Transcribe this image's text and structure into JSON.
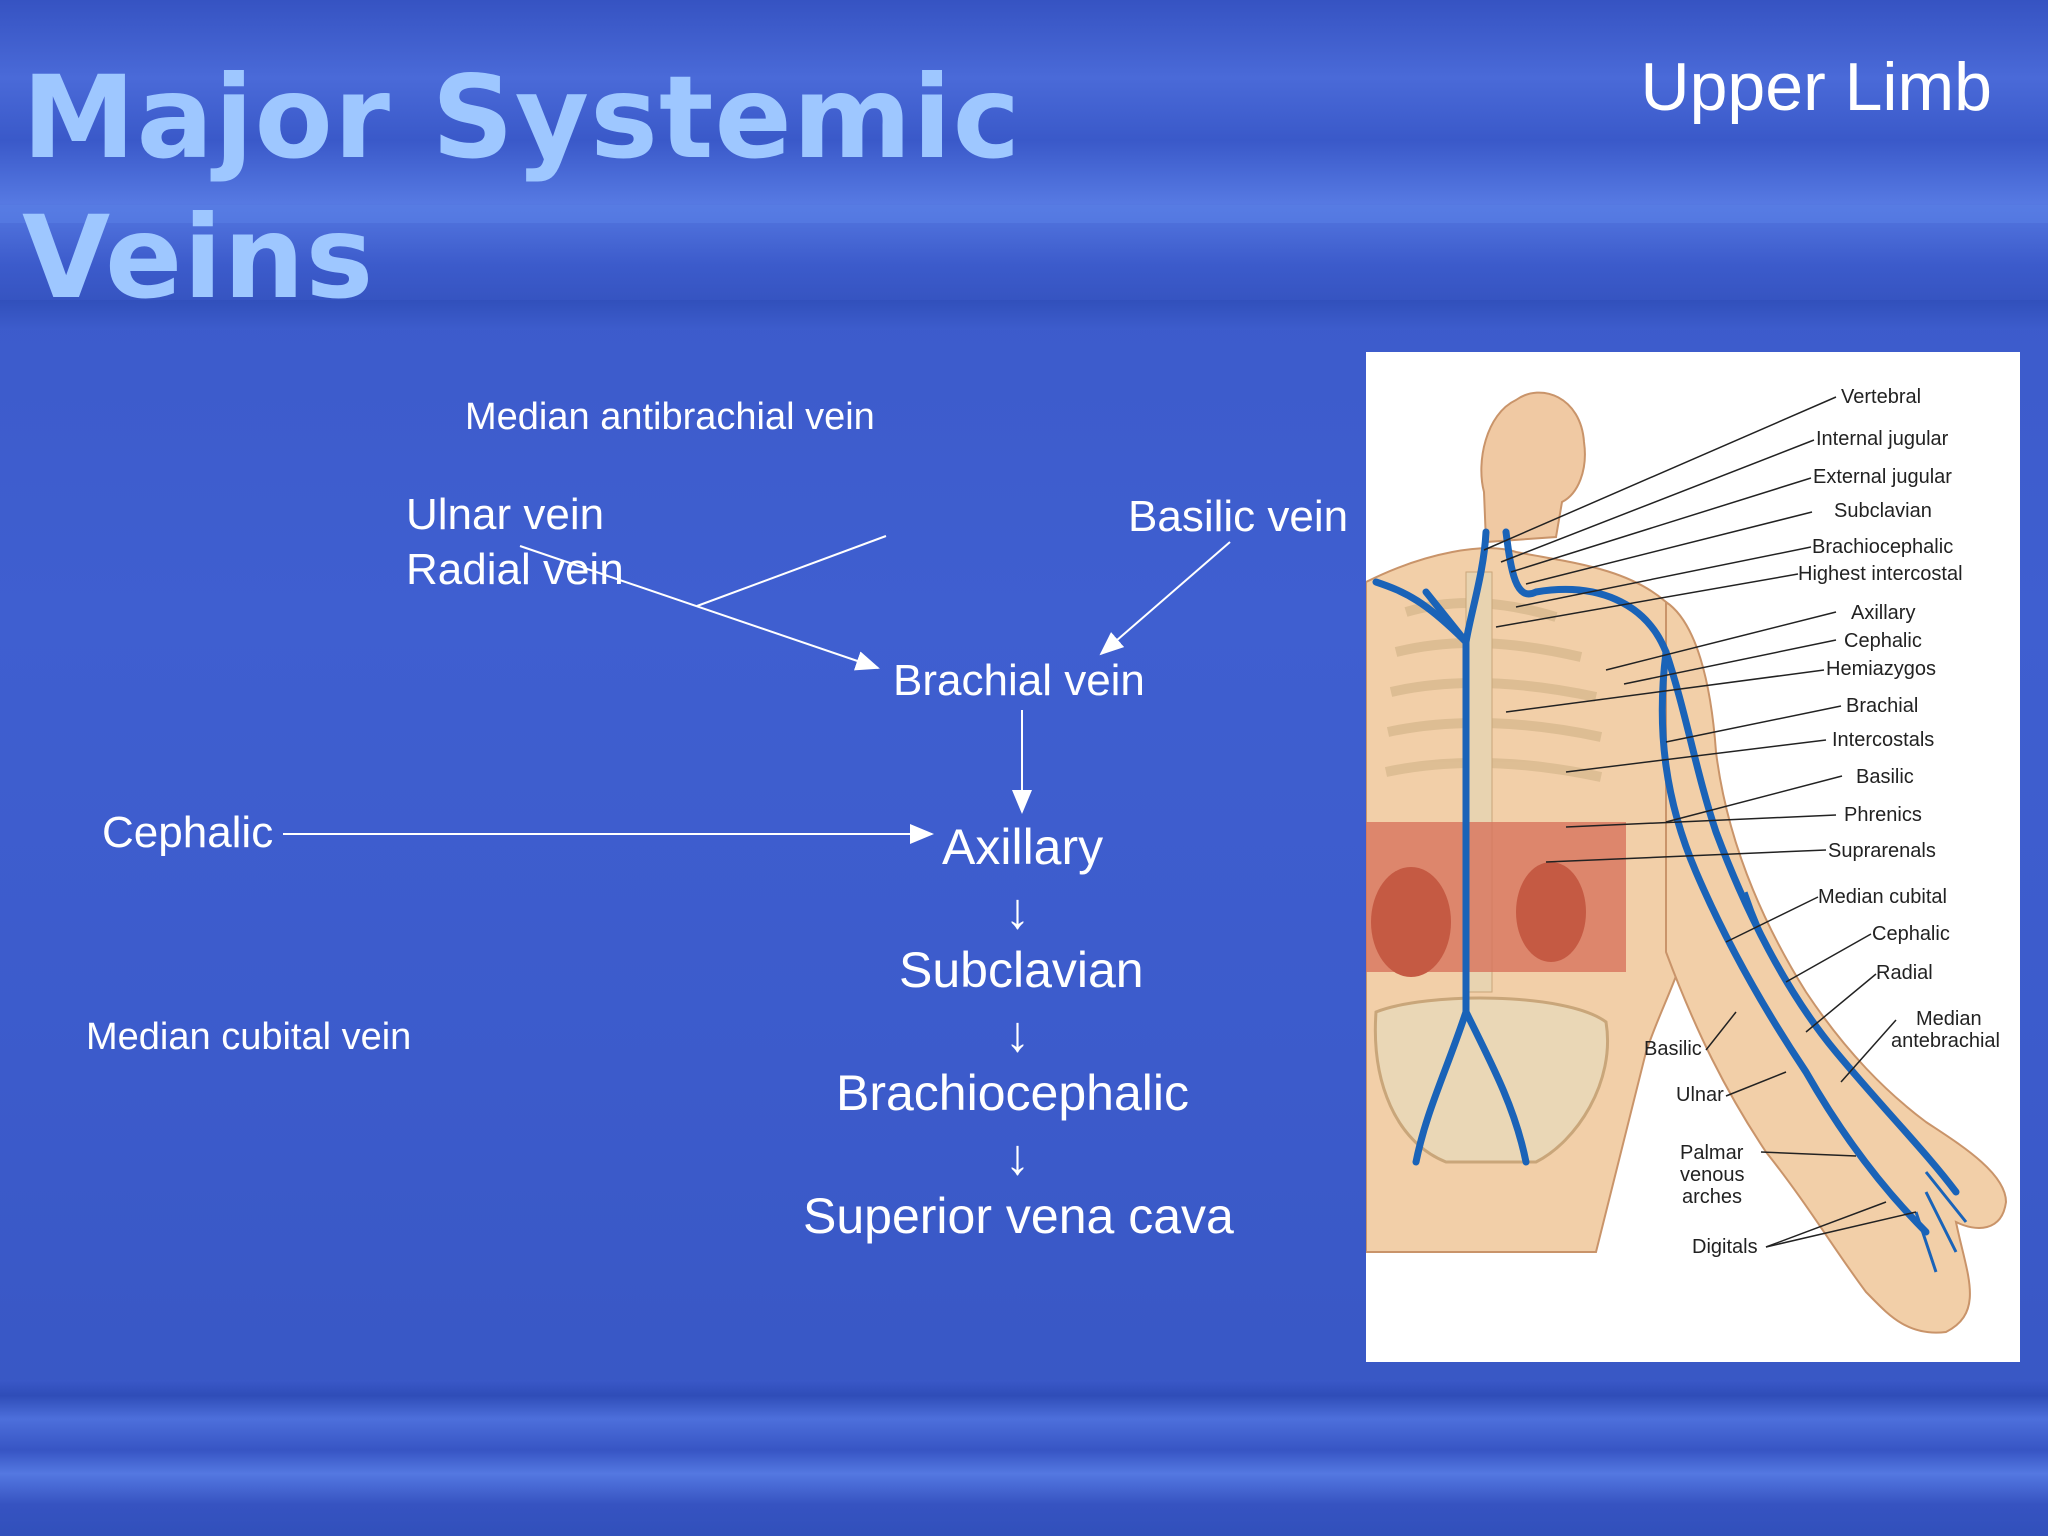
{
  "slide": {
    "title_line1": "Major Systemic",
    "title_line2": "Veins",
    "subtitle": "Upper Limb"
  },
  "flow": {
    "median_antibrachial": "Median antibrachial vein",
    "ulnar": "Ulnar vein",
    "radial": "Radial vein",
    "basilic": "Basilic vein",
    "brachial": "Brachial vein",
    "cephalic": "Cephalic",
    "axillary": "Axillary",
    "arrow1": "↓",
    "subclavian": "Subclavian",
    "arrow2": "↓",
    "brachiocephalic": "Brachiocephalic",
    "arrow3": "↓",
    "svc": "Superior vena cava",
    "median_cubital": "Median cubital vein"
  },
  "figure": {
    "labels": {
      "vertebral": "Vertebral",
      "internal_jugular": "Internal jugular",
      "external_jugular": "External jugular",
      "subclavian": "Subclavian",
      "brachiocephalic": "Brachiocephalic",
      "highest_intercostal": "Highest intercostal",
      "axillary": "Axillary",
      "cephalic": "Cephalic",
      "hemiazygos": "Hemiazygos",
      "brachial": "Brachial",
      "intercostals": "Intercostals",
      "basilic": "Basilic",
      "phrenics": "Phrenics",
      "suprarenals": "Suprarenals",
      "median_cubital": "Median cubital",
      "cephalic2": "Cephalic",
      "radial": "Radial",
      "median_antebrachial_1": "Median",
      "median_antebrachial_2": "antebrachial",
      "basilic2": "Basilic",
      "ulnar": "Ulnar",
      "palmar_1": "Palmar",
      "palmar_2": "venous",
      "palmar_3": "arches",
      "digitals": "Digitals"
    }
  },
  "colors": {
    "background": "#3d5ccc",
    "title": "#9ec7ff",
    "text": "#ffffff",
    "vein": "#1a63b8"
  }
}
